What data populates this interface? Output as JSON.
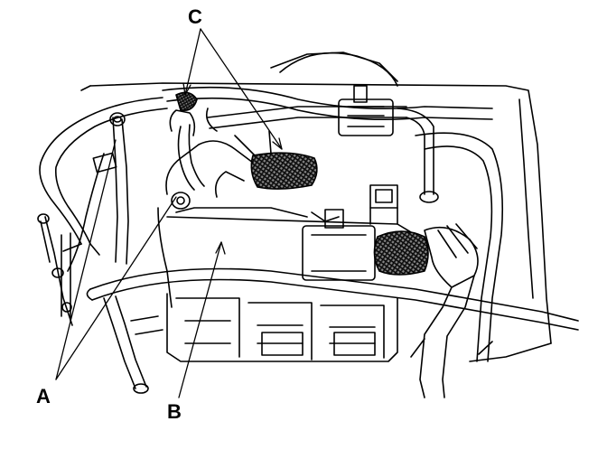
{
  "callouts": {
    "a": "A",
    "b": "B",
    "c": "C"
  },
  "colors": {
    "ink": "#000000",
    "paper": "#ffffff",
    "hatch": "#555555"
  }
}
